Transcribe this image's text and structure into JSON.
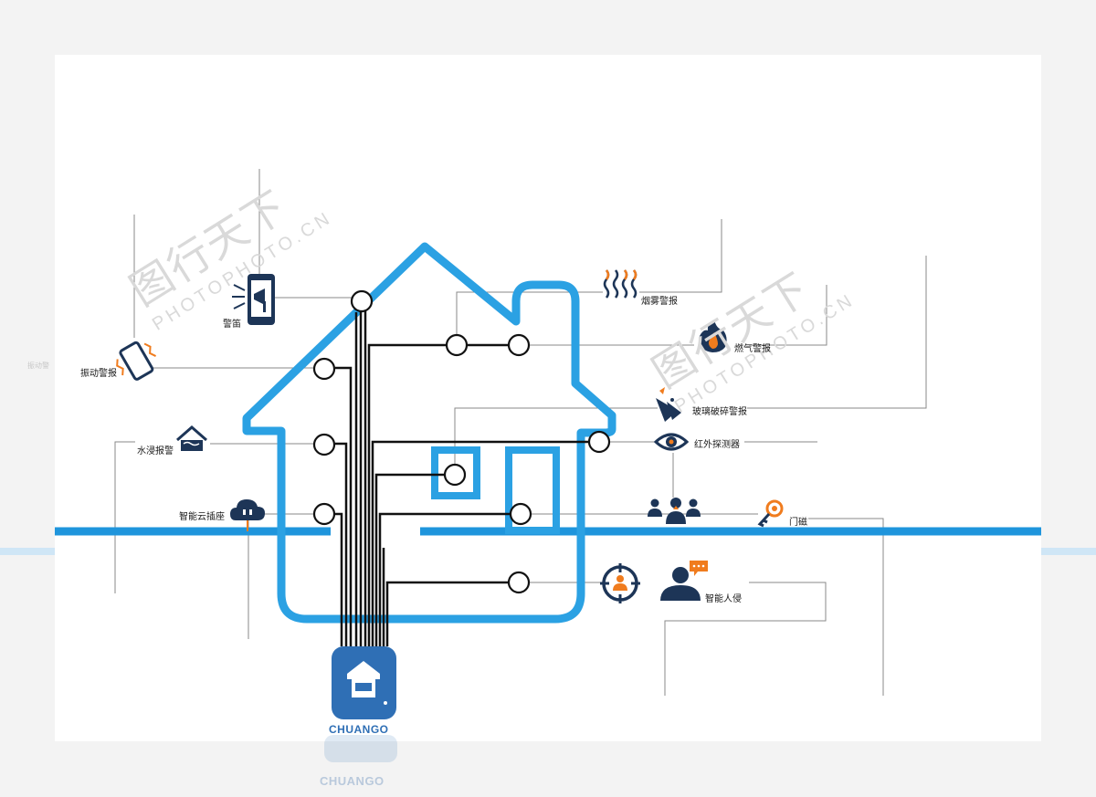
{
  "brand": {
    "name": "CHUANGO",
    "reflection": "CHUANGO"
  },
  "watermark": {
    "cn": "图行天下",
    "en": "PHOTOPHOTO.CN"
  },
  "faint_label": "振动警",
  "colors": {
    "house": "#2ba1e3",
    "ground": "#1f95dc",
    "wire": "#111111",
    "icon": "#1d3557",
    "accent": "#f07c1e",
    "hub": "#2f6fb5"
  },
  "devices": {
    "siren": {
      "label": "警笛",
      "icon": "siren-phone-icon"
    },
    "vibration": {
      "label": "振动警报",
      "icon": "vibration-icon"
    },
    "water": {
      "label": "水浸报警",
      "icon": "water-leak-icon"
    },
    "plug": {
      "label": "智能云插座",
      "icon": "cloud-plug-icon"
    },
    "smoke": {
      "label": "烟雾警报",
      "icon": "smoke-icon"
    },
    "gas": {
      "label": "燃气警报",
      "icon": "gas-flame-icon"
    },
    "glass": {
      "label": "玻璃破碎警报",
      "icon": "glass-break-icon"
    },
    "pir": {
      "label": "红外探测器",
      "icon": "eye-icon"
    },
    "door": {
      "label": "门磁",
      "icon": "key-icon"
    },
    "intrusion": {
      "label": "智能人侵",
      "icon": "intruder-icon"
    }
  }
}
